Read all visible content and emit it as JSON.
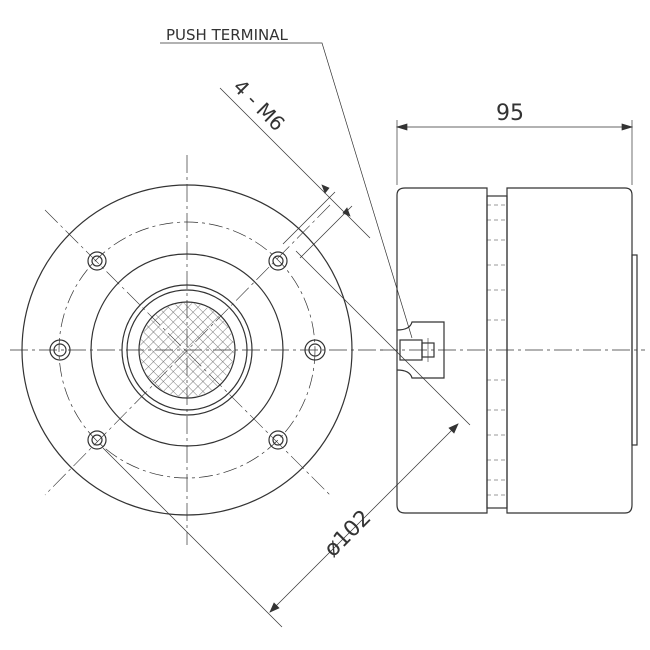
{
  "labels": {
    "push_terminal": "PUSH TERMINAL",
    "bolts": "4 - M6",
    "depth": "95",
    "diameter": "ø102"
  },
  "colors": {
    "line": "#333333",
    "grille": "#555555"
  }
}
